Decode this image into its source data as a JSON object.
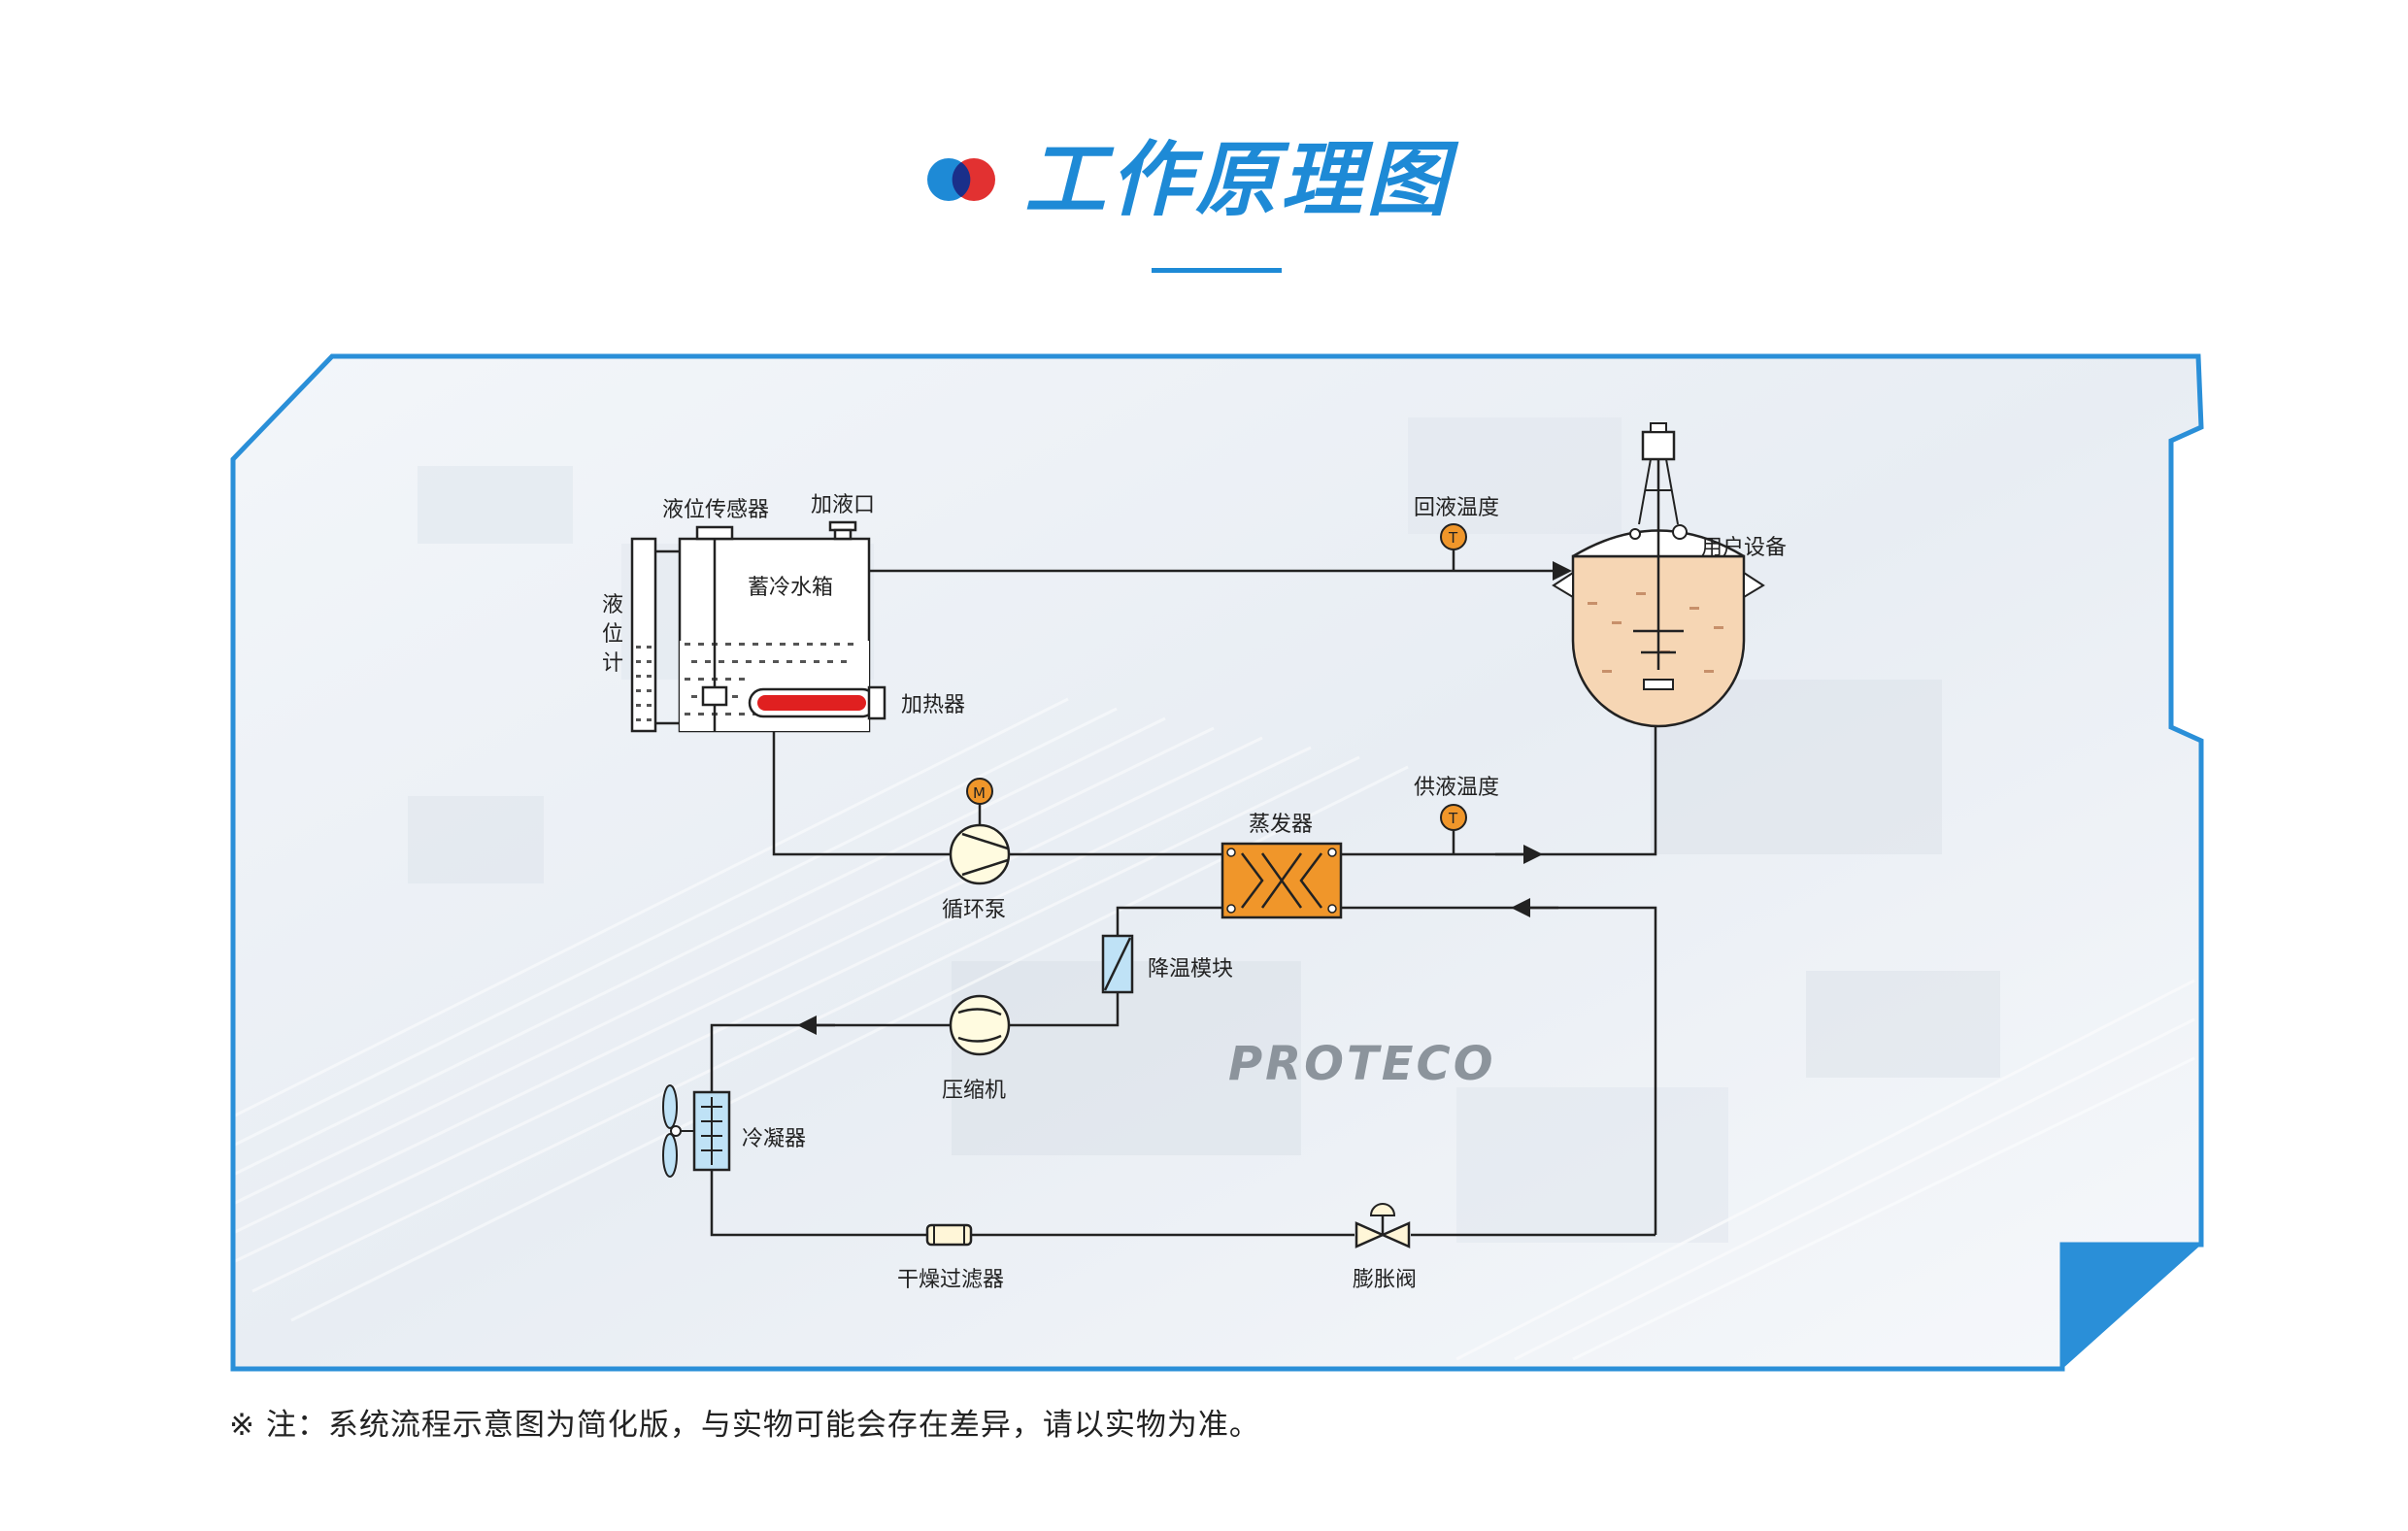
{
  "header": {
    "title": "工作原理图",
    "accent_color": "#1e8ad6",
    "logo_colors": [
      "#1e8ad6",
      "#e02020"
    ]
  },
  "diagram": {
    "frame_color": "#2a8fd8",
    "brand_watermark": "PROTECO",
    "labels": {
      "level_sensor": "液位传感器",
      "fill_port": "加液口",
      "cold_water_tank": "蓄冷水箱",
      "level_gauge_1": "液",
      "level_gauge_2": "位",
      "level_gauge_3": "计",
      "heater": "加热器",
      "return_temp": "回液温度",
      "user_equipment": "用户设备",
      "supply_temp": "供液温度",
      "evaporator": "蒸发器",
      "circulation_pump": "循环泵",
      "cooling_module": "降温模块",
      "compressor": "压缩机",
      "condenser": "冷凝器",
      "filter_dryer": "干燥过滤器",
      "expansion_valve": "膨胀阀",
      "motor_symbol": "M",
      "temp_symbol_return": "T",
      "temp_symbol_supply": "T"
    }
  },
  "footnote": "※ 注：系统流程示意图为简化版，与实物可能会存在差异，请以实物为准。"
}
